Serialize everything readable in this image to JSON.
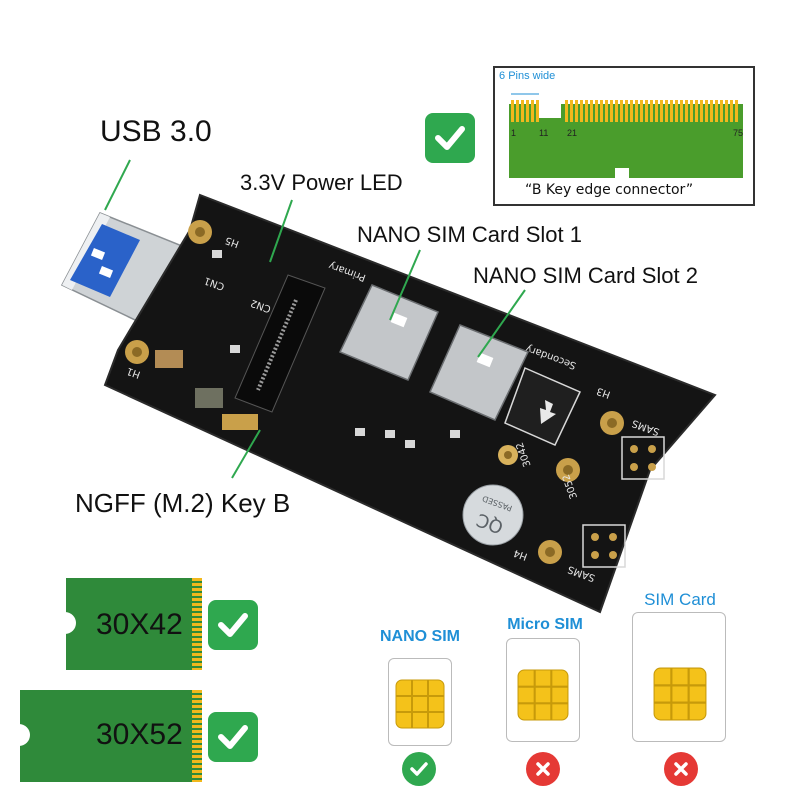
{
  "labels": {
    "usb": "USB 3.0",
    "led": "3.3V Power LED",
    "sim_slot_1": "NANO SIM Card Slot 1",
    "sim_slot_2": "NANO SIM Card Slot 2",
    "ngff": "NGFF (M.2) Key  B"
  },
  "edge_connector": {
    "pins_wide": "Pins wide",
    "pins_wide_count": "6",
    "pin_numbers": [
      "1",
      "11",
      "21",
      "75"
    ],
    "caption": "“B Key   edge connector”"
  },
  "pcb": {
    "silk": [
      "CN1",
      "CN2",
      "H5",
      "H1",
      "H3",
      "H4",
      "SAMS",
      "SAMS",
      "3042",
      "3052",
      "Secondary",
      "Primary"
    ],
    "qc_text": "QC",
    "qc_sub": "PASSED"
  },
  "m2_sizes": [
    {
      "label": "30X42",
      "supported": true
    },
    {
      "label": "30X52",
      "supported": true
    }
  ],
  "sim_types": [
    {
      "label": "NANO SIM",
      "supported": true
    },
    {
      "label": "Micro SIM",
      "supported": false
    },
    {
      "label": "SIM Card",
      "supported": false
    }
  ],
  "colors": {
    "check_green": "#2fa84f",
    "cross_red": "#e53935",
    "pcb_black": "#141414",
    "m2_green": "#2f8a3a",
    "sim_gold": "#f4c21a",
    "sim_blue_text": "#1f8fd6"
  }
}
